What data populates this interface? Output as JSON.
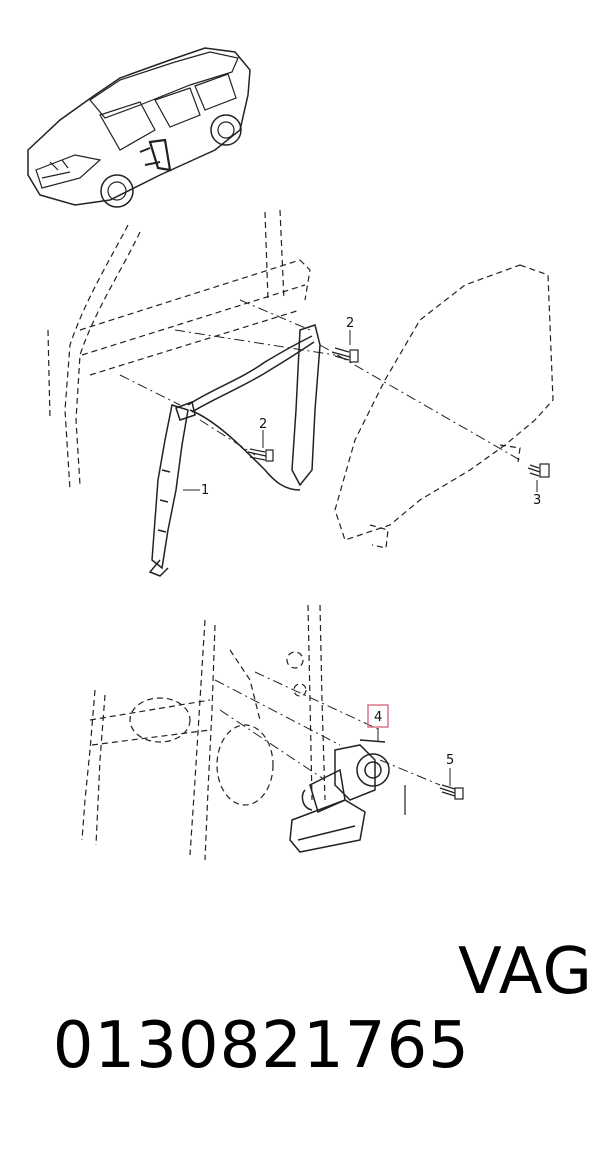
{
  "diagram": {
    "callouts": {
      "regulator": "1",
      "bolt_a": "2",
      "bolt_b": "2",
      "bolt_c": "3",
      "motor": "4",
      "motor_bolt": "5"
    },
    "highlight_color": "#d9778a"
  },
  "footer": {
    "part_number": "0130821765",
    "brand": "VAG"
  }
}
